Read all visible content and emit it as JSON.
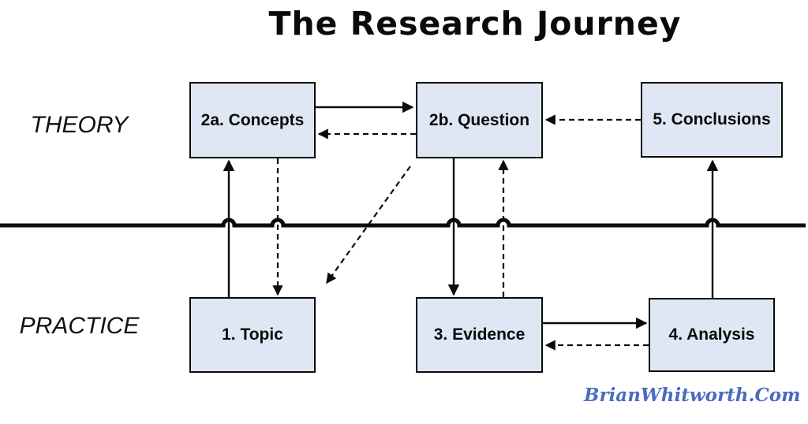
{
  "title": "The Research Journey",
  "lanes": {
    "theory": "THEORY",
    "practice": "PRACTICE"
  },
  "nodes": {
    "concepts": {
      "label": "2a. Concepts"
    },
    "question": {
      "label": "2b. Question"
    },
    "conclusions": {
      "label": "5. Conclusions"
    },
    "topic": {
      "label": "1. Topic"
    },
    "evidence": {
      "label": "3. Evidence"
    },
    "analysis": {
      "label": "4. Analysis"
    }
  },
  "edges": [
    {
      "from": "2a. Concepts",
      "to": "2b. Question",
      "style": "solid"
    },
    {
      "from": "2b. Question",
      "to": "2a. Concepts",
      "style": "dashed"
    },
    {
      "from": "5. Conclusions",
      "to": "2b. Question",
      "style": "dashed"
    },
    {
      "from": "1. Topic",
      "to": "2a. Concepts",
      "style": "solid"
    },
    {
      "from": "2a. Concepts",
      "to": "1. Topic",
      "style": "dashed"
    },
    {
      "from": "2b. Question",
      "to": "1. Topic",
      "style": "dashed"
    },
    {
      "from": "2b. Question",
      "to": "3. Evidence",
      "style": "solid"
    },
    {
      "from": "3. Evidence",
      "to": "2b. Question",
      "style": "dashed"
    },
    {
      "from": "3. Evidence",
      "to": "4. Analysis",
      "style": "solid"
    },
    {
      "from": "4. Analysis",
      "to": "3. Evidence",
      "style": "dashed"
    },
    {
      "from": "4. Analysis",
      "to": "5. Conclusions",
      "style": "solid"
    }
  ],
  "signature": "BrianWhitworth.Com",
  "colors": {
    "node_fill": "#dfe7f4",
    "node_border": "#000000",
    "divider": "#000000",
    "signature_blue": "#4a6cc0"
  }
}
